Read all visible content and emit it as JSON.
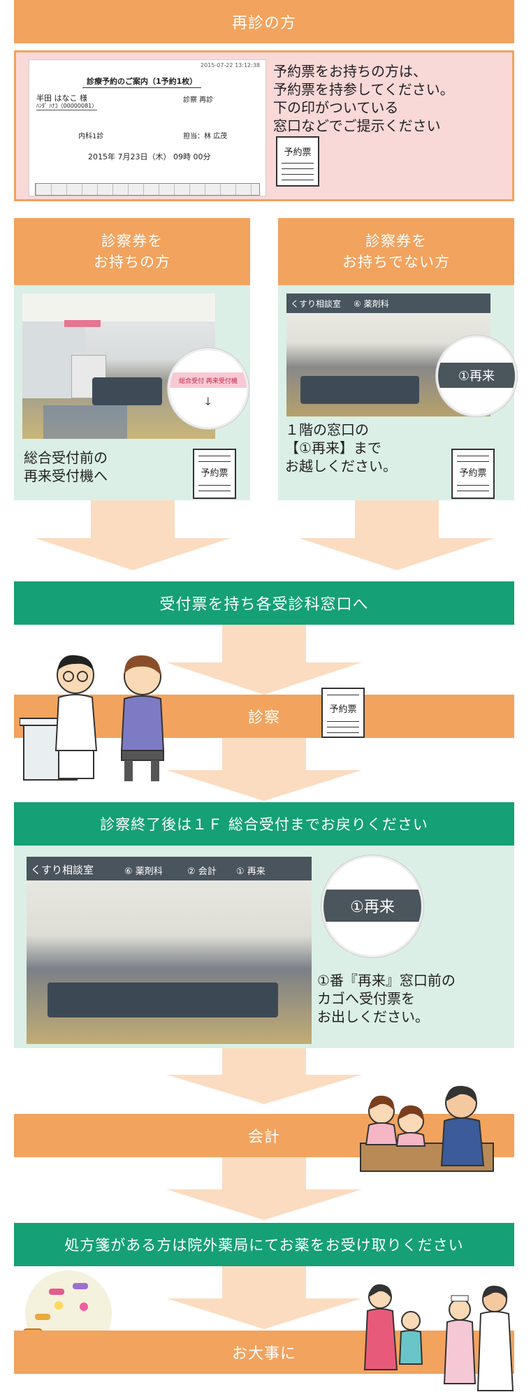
{
  "sections": {
    "revisit_title": "再診の方",
    "notice_text": "予約票をお持ちの方は、\n予約票を持参してください。\n下の印がついている\n窓口などでご提示ください",
    "ticket_label": "予約票",
    "card_yes_title": "診察券を\nお持ちの方",
    "card_no_title": "診察券を\nお持ちでない方",
    "card_yes_text": "総合受付前の\n再来受付機へ",
    "card_no_text": "１階の窓口の\n【①再来】まで\nお越しください。",
    "to_clinic": "受付票を持ち各受診科窓口へ",
    "exam": "診察",
    "after_exam": "診察終了後は１Ｆ 総合受付までお戻りください",
    "basket_text": "①番『再来』窓口前の\nカゴへ受付票を\nお出しください。",
    "payment": "会計",
    "pharmacy": "処方箋がある方は院外薬局にてお薬をお受け取りください",
    "farewell": "お大事に"
  },
  "document": {
    "printed_at": "2015-07-22 13:12:38",
    "title": "診療予約のご案内（1予約1枚）",
    "patient_name": "半田 はなこ 様",
    "patient_kana": "ﾊﾝﾀﾞ ﾊﾅｺ（00000081）",
    "visit_type": "診察 再診",
    "department": "内科1診",
    "doctor": "担当：林 広茂",
    "datetime": "2015年 7月23日（木） 09時 00分"
  },
  "signs": {
    "sign_reception": "総合受付 再来受付機",
    "sign_window": "①再来",
    "sign_drug_consult": "くすり相談室",
    "sign_pharmacy": "⑥ 薬剤科",
    "sign_cashier": "② 会計",
    "sign_revisit": "① 再来"
  },
  "colors": {
    "orange": "#f2a35e",
    "green": "#15a075",
    "mint": "#dbefe6",
    "pink": "#f9d8d8",
    "arrow": "#fbdcc1"
  }
}
